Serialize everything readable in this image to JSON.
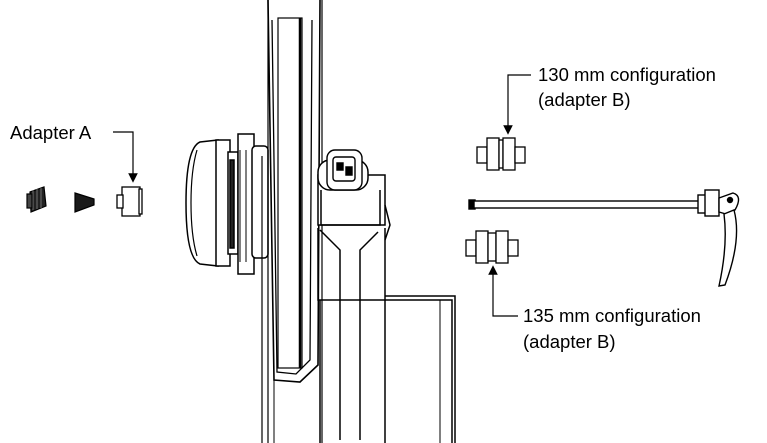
{
  "labels": {
    "adapter_a": "Adapter A",
    "cfg130_line1": "130 mm configuration",
    "cfg130_line2": "(adapter B)",
    "cfg135_line1": "135 mm configuration",
    "cfg135_line2": "(adapter B)"
  },
  "colors": {
    "line": "#000000",
    "dark": "#1a1a1a",
    "background": "#ffffff"
  }
}
